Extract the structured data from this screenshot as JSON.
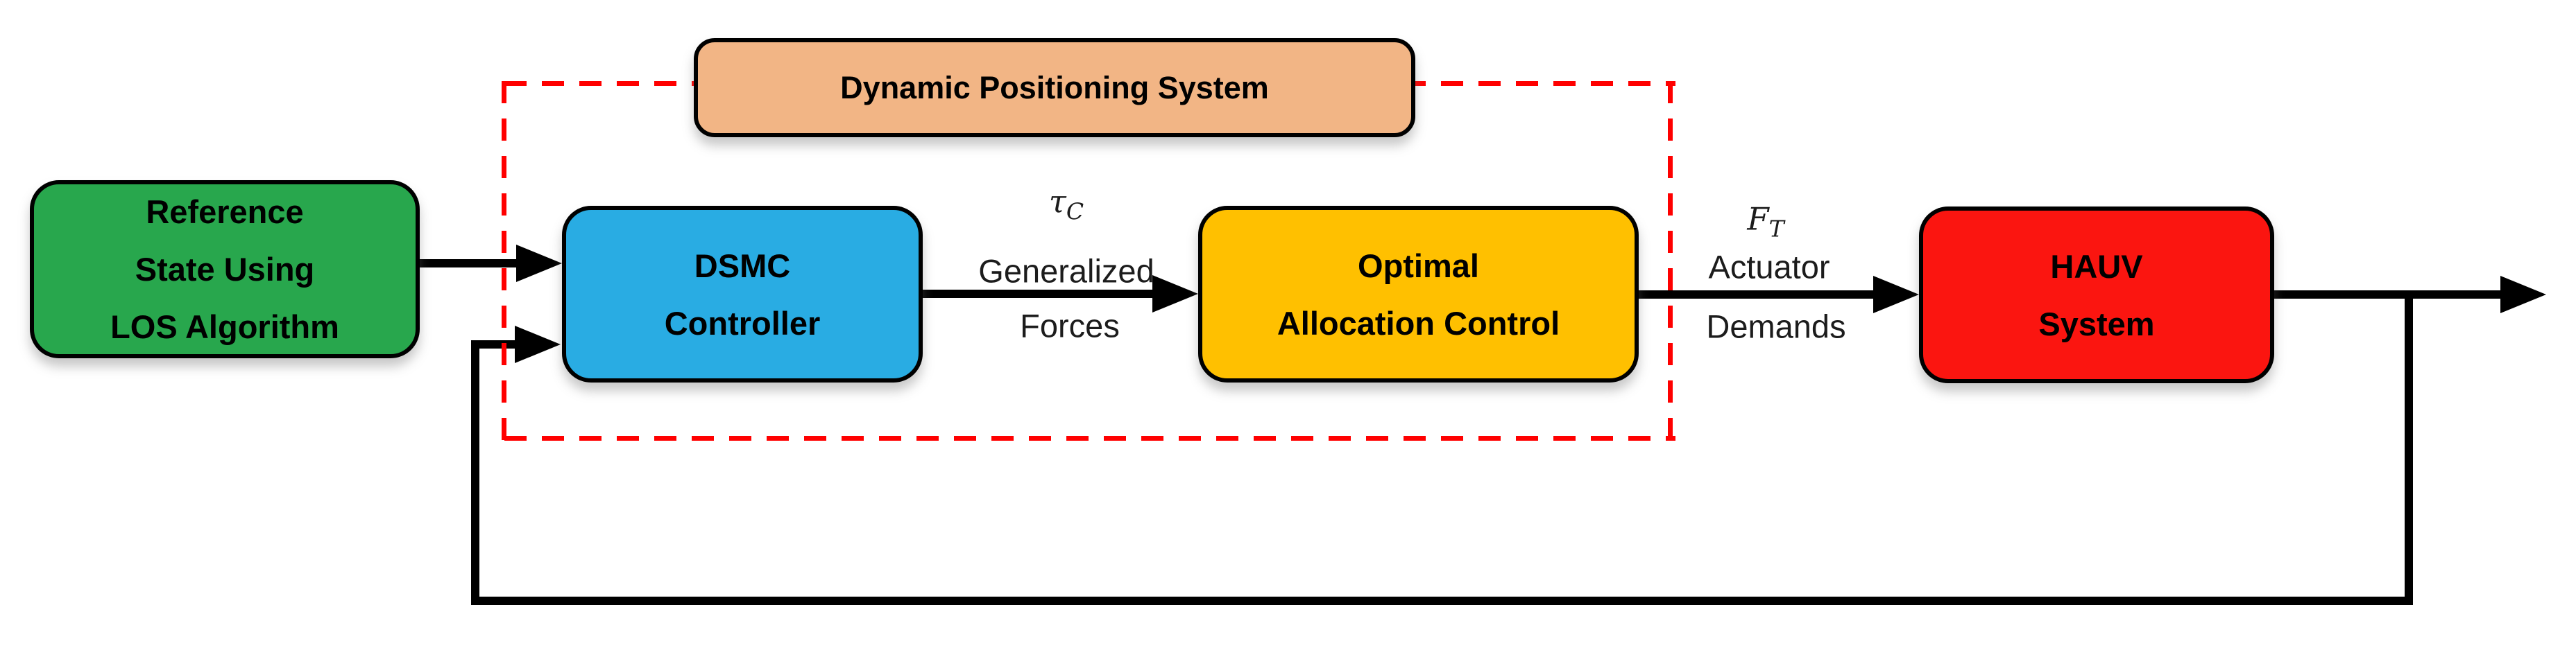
{
  "diagram_title": "Dynamic Positioning System",
  "blocks": {
    "reference": {
      "line1": "Reference",
      "line2": "State Using",
      "line3": "LOS Algorithm"
    },
    "dps": {
      "line1": "Dynamic Positioning System"
    },
    "dsmc": {
      "line1": "DSMC",
      "line2": "Controller"
    },
    "oac": {
      "line1": "Optimal",
      "line2": "Allocation Control"
    },
    "hauv": {
      "line1": "HAUV",
      "line2": "System"
    }
  },
  "signals": {
    "tau": {
      "symbol": "τ",
      "sub": "C",
      "line1": "Generalized",
      "line2": "Forces"
    },
    "ft": {
      "symbol": "F",
      "sub": "T",
      "line1": "Actuator",
      "line2": "Demands"
    }
  },
  "colors": {
    "green": "#28A74D",
    "blue": "#29ACE3",
    "yellow": "#FFC000",
    "red": "#FB1510",
    "peach": "#F2B585",
    "dash": "#FF0000",
    "line": "#000000",
    "text": "#000000",
    "bg": "#FFFFFF"
  }
}
